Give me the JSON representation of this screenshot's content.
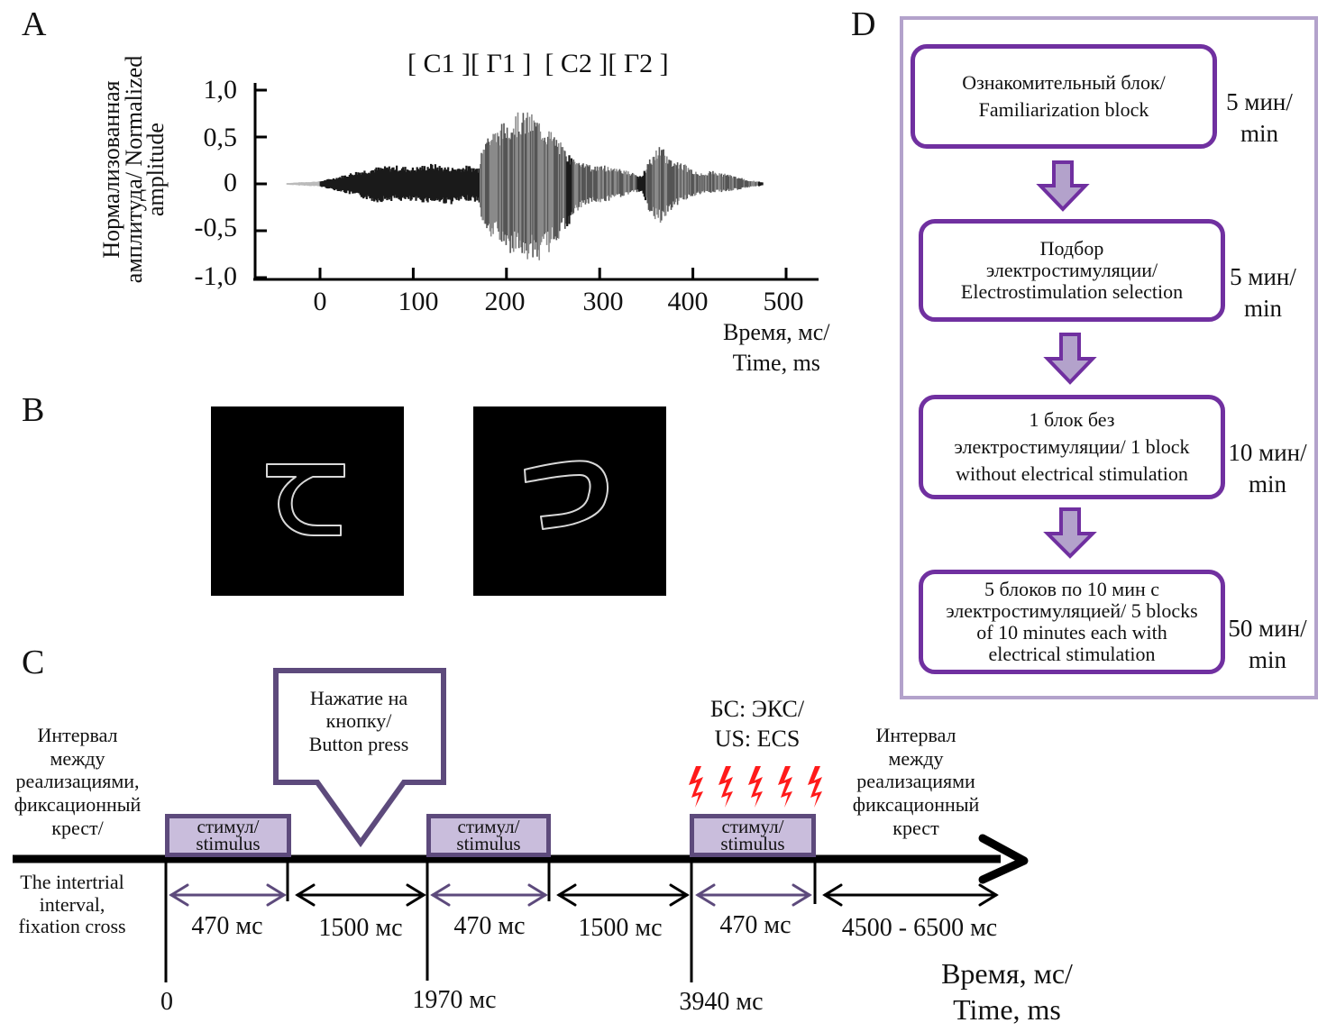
{
  "panels": {
    "a": "A",
    "b": "B",
    "c": "C",
    "d": "D"
  },
  "chart_data": {
    "type": "line",
    "title": "",
    "segment_labels": [
      "[ С1 ]",
      "[ Г1 ]",
      "[ С2 ]",
      "[ Г2 ]"
    ],
    "ylabel_line1": "Нормализованная",
    "ylabel_line2": "амплитуда/ Normalized",
    "ylabel_line3": "amplitude",
    "xlabel_line1": "Время, мс/",
    "xlabel_line2": "Time, ms",
    "xticks": [
      0,
      100,
      200,
      300,
      400,
      500
    ],
    "xtick_labels": [
      "0",
      "100",
      "200",
      "300",
      "400",
      "500"
    ],
    "yticks": [
      1.0,
      0.5,
      0,
      -0.5,
      -1.0
    ],
    "ytick_labels": [
      "1,0",
      "0,5",
      "0",
      "-0,5",
      "-1,0"
    ],
    "xlim": [
      -70,
      560
    ],
    "ylim": [
      -1.0,
      1.0
    ],
    "grid": false,
    "envelope": {
      "description": "speech waveform amplitude envelope (approximate)",
      "x": [
        -35,
        0,
        20,
        40,
        60,
        80,
        100,
        120,
        140,
        160,
        170,
        175,
        190,
        205,
        215,
        225,
        235,
        245,
        255,
        262,
        268,
        275,
        290,
        305,
        320,
        335,
        345,
        355,
        365,
        375,
        390,
        405,
        420,
        440,
        460,
        475
      ],
      "upper": [
        0.01,
        0.03,
        0.08,
        0.14,
        0.18,
        0.2,
        0.18,
        0.22,
        0.18,
        0.2,
        0.18,
        0.52,
        0.6,
        0.74,
        0.77,
        0.77,
        0.7,
        0.6,
        0.5,
        0.38,
        0.32,
        0.3,
        0.2,
        0.2,
        0.18,
        0.12,
        0.08,
        0.3,
        0.42,
        0.28,
        0.22,
        0.12,
        0.14,
        0.1,
        0.04,
        0.02
      ],
      "lower": [
        -0.01,
        -0.03,
        -0.08,
        -0.14,
        -0.2,
        -0.18,
        -0.2,
        -0.2,
        -0.22,
        -0.18,
        -0.2,
        -0.55,
        -0.62,
        -0.75,
        -0.82,
        -0.84,
        -0.82,
        -0.75,
        -0.6,
        -0.52,
        -0.48,
        -0.3,
        -0.2,
        -0.2,
        -0.15,
        -0.1,
        -0.08,
        -0.35,
        -0.42,
        -0.3,
        -0.18,
        -0.12,
        -0.1,
        -0.08,
        -0.04,
        -0.02
      ]
    }
  },
  "panel_b": {
    "stimuli": [
      {
        "name": "stimulus-symbol-1"
      },
      {
        "name": "stimulus-symbol-2"
      }
    ]
  },
  "panel_c": {
    "left_label_ru": [
      "Интервал",
      "между",
      "реализациями,",
      "фиксационный",
      "крест/"
    ],
    "left_label_en": [
      "The intertrial",
      "interval,",
      "fixation cross"
    ],
    "button_press": [
      "Нажатие на",
      "кнопку/",
      "Button press"
    ],
    "stimulus_label": [
      "стимул/",
      "stimulus"
    ],
    "us_label": [
      "БС: ЭКС/",
      "US: ECS"
    ],
    "right_label": [
      "Интервал",
      "между",
      "реализациями",
      "фиксационный",
      "крест"
    ],
    "durations": [
      "470 мс",
      "1500 мс",
      "470 мс",
      "1500 мс",
      "470 мс",
      "4500 - 6500 мс"
    ],
    "time_markers": [
      "0",
      "1970 мс",
      "3940 мс"
    ],
    "axis_label": [
      "Время, мс/",
      "Time, ms"
    ],
    "lightning_count": 5,
    "colors": {
      "stimulus_fill": "#c9bddc",
      "stimulus_border": "#5d4a7c",
      "lightning": "#ff1a1a",
      "purple_arrow": "#5d4a7c"
    }
  },
  "panel_d": {
    "steps": [
      {
        "text": [
          "Ознакомительный блок/",
          "Familiarization block"
        ],
        "duration": [
          "5 мин/",
          "min"
        ]
      },
      {
        "text": [
          "Подбор",
          "электростимуляции/",
          "Electrostimulation selection"
        ],
        "duration": [
          "5 мин/",
          "min"
        ]
      },
      {
        "text": [
          "1 блок без",
          "электростимуляции/ 1 block",
          "without electrical stimulation"
        ],
        "duration": [
          "10 мин/",
          "min"
        ]
      },
      {
        "text": [
          "5 блоков по 10 мин  с",
          "электростимуляцией/ 5 blocks",
          "of 10 minutes each with",
          "electrical stimulation"
        ],
        "duration": [
          "50 мин/",
          "min"
        ]
      }
    ],
    "colors": {
      "frame": "#b3a2cb",
      "box_border": "#7030a0",
      "arrow_fill": "#b3a2cb",
      "arrow_border": "#7030a0"
    }
  }
}
